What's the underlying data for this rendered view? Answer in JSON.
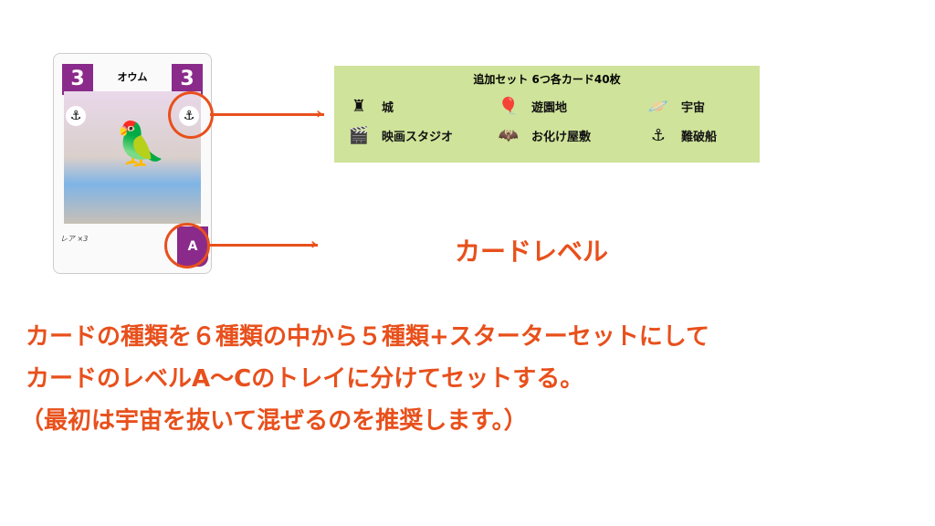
{
  "card": {
    "name": "オウム",
    "cost_left": "3",
    "cost_right": "3",
    "level": "A",
    "rarity": "レア ×3",
    "anchor_icon": "anchor-icon"
  },
  "legend": {
    "title": "追加セット 6つ各カード40枚",
    "items": [
      {
        "icon": "castle-icon",
        "glyph": "♜",
        "label": "城"
      },
      {
        "icon": "balloon-icon",
        "glyph": "🎈",
        "label": "遊園地"
      },
      {
        "icon": "planet-icon",
        "glyph": "🪐",
        "label": "宇宙"
      },
      {
        "icon": "clapperboard-icon",
        "glyph": "🎬",
        "label": "映画スタジオ"
      },
      {
        "icon": "bat-icon",
        "glyph": "🦇",
        "label": "お化け屋敷"
      },
      {
        "icon": "anchor-icon",
        "glyph": "⚓",
        "label": "難破船"
      }
    ]
  },
  "level_label": "カードレベル",
  "text": [
    "カードの種類を６種類の中から５種類+スターターセットにして",
    "カードのレベルA〜Cのトレイに分けてセットする。",
    "（最初は宇宙を抜いて混ぜるのを推奨します。）"
  ],
  "colors": {
    "accent": "#e8501c",
    "card_purple": "#8a2a8a",
    "legend_bg": "#cfe39a"
  }
}
